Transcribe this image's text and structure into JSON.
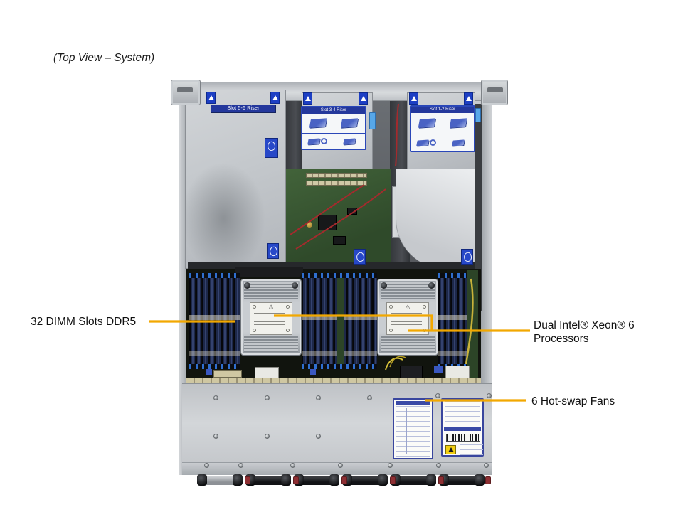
{
  "title": "(Top View – System)",
  "callouts": {
    "dimm": {
      "label": "32 DIMM Slots DDR5"
    },
    "cpu": {
      "label": "Dual Intel® Xeon® 6 Processors"
    },
    "fans": {
      "label": "6 Hot-swap Fans"
    }
  },
  "risers": [
    {
      "label": "Slot 5-6 Riser"
    },
    {
      "label": "Slot 3-4 Riser"
    },
    {
      "label": "Slot 1-2 Riser"
    }
  ],
  "icons": {
    "riser_warning": "warning-triangle-icon",
    "heatsink_caution": "caution-triangle-icon",
    "esd": "esd-warning-icon"
  },
  "colors": {
    "callout_line": "#F2A800",
    "riser_label_bg": "#24389C",
    "warning_sticker_bg": "#1D3FC4",
    "pcb_green": "#3A5A33",
    "dimm_navy": "#34426F",
    "esd_yellow": "#F2CF12",
    "chassis_gray": "#C7CACE"
  }
}
